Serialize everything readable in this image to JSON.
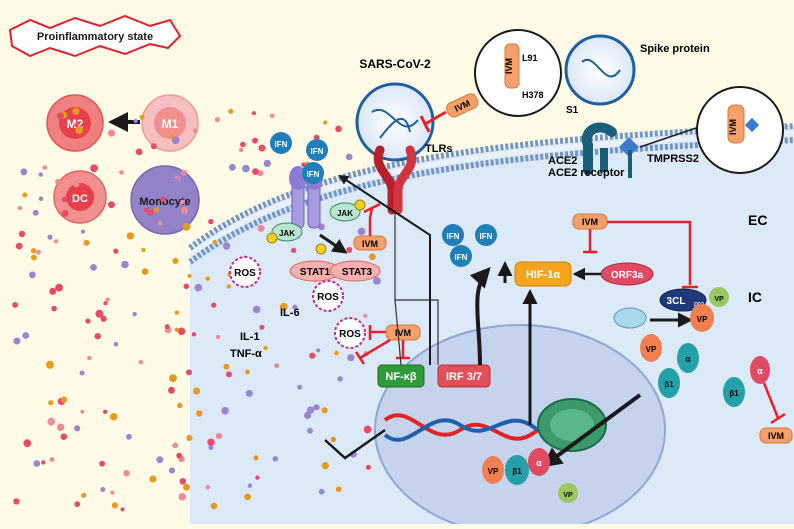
{
  "cell_labels": {
    "state": "Proinflammatory state",
    "m2": "M2",
    "m1": "M1",
    "dc": "DC",
    "monocyte": "Monocyte"
  },
  "virus": {
    "name": "SARS-CoV-2",
    "tlrs": "TLRs",
    "spike": "Spike protein",
    "s1": "S1",
    "ace2": "ACE2 receptor",
    "tmprss2": "TMPRSS2",
    "l91": "L91",
    "h378": "H378"
  },
  "regions": {
    "ec": "EC",
    "ic": "IC"
  },
  "drug": "IVM",
  "signaling": {
    "ifn": "IFN",
    "jak": "JAK",
    "stat1": "STAT1",
    "stat3": "STAT3",
    "p": "P",
    "hif": "HIF-1α",
    "orf3a": "ORF3a",
    "cl3": "3CL",
    "cl3_sub": "pro",
    "vp": "VP",
    "nfkb": "NF-κβ",
    "irf": "IRF 3/7",
    "alpha": "α",
    "beta1": "β1"
  },
  "cytokines": {
    "ros": "ROS",
    "il6": "IL-6",
    "il1": "IL-1",
    "tnf": "TNF-α"
  },
  "colors": {
    "background": "#fffbe6",
    "cell": "#dce9f6",
    "nucleus": "#c5d3ec",
    "inhibit": "#e8202a",
    "ivm": "#f4a06a",
    "ifn": "#1f7fb8",
    "hif": "#f4a51c",
    "nfkb": "#2e9a3a",
    "irf": "#e0505a"
  }
}
